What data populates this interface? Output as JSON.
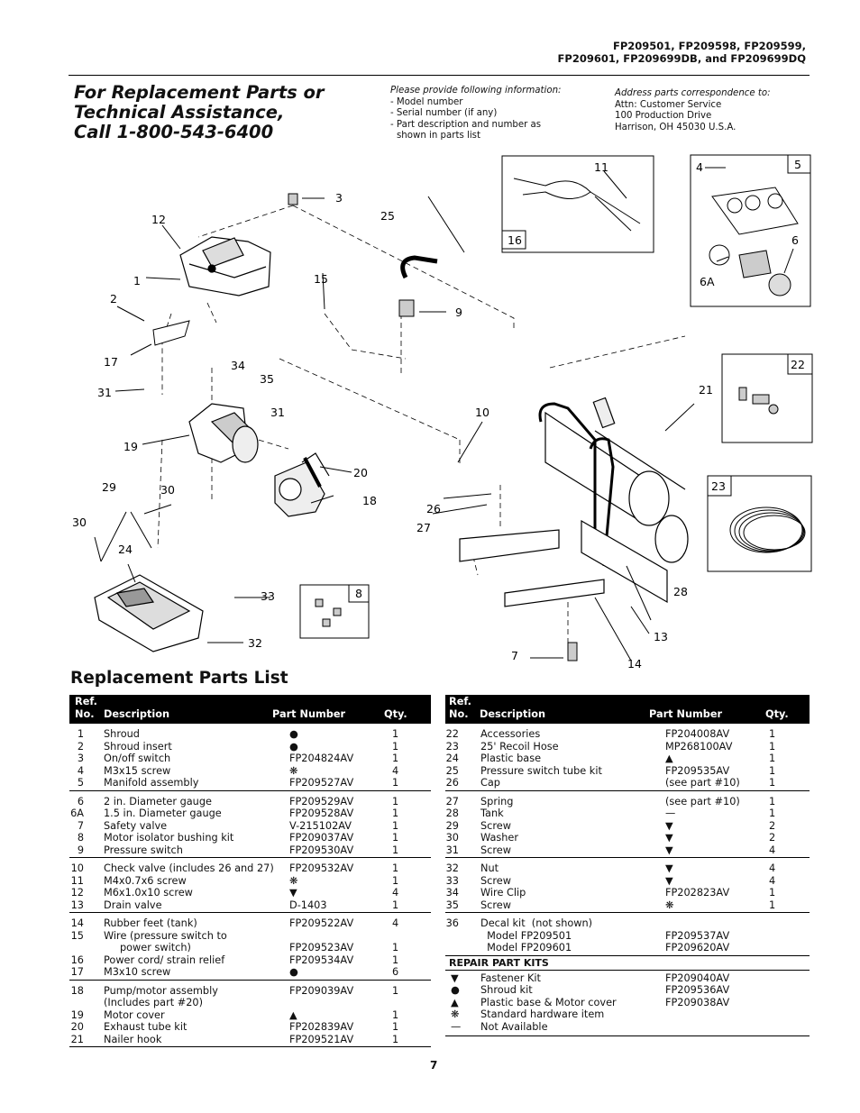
{
  "header": {
    "models_line1": "FP209501, FP209598, FP209599,",
    "models_line2": "FP209601, FP209699DB, and FP209699DQ"
  },
  "call": {
    "line1": "For Replacement Parts or",
    "line2": "Technical Assistance,",
    "line3": "Call 1-800-543-6400"
  },
  "info": {
    "title": "Please provide following information:",
    "items": [
      "- Model number",
      "- Serial number (if any)",
      "- Part description and number as",
      "  shown in parts list"
    ]
  },
  "address": {
    "title": "Address parts correspondence to:",
    "lines": [
      "Attn: Customer Service",
      "100 Production Drive",
      "Harrison, OH 45030 U.S.A."
    ]
  },
  "diagram_labels": {
    "l1": "1",
    "l2": "2",
    "l3": "3",
    "l4": "4",
    "l5": "5",
    "l6": "6",
    "l6a": "6A",
    "l7": "7",
    "l8": "8",
    "l9": "9",
    "l10": "10",
    "l11": "11",
    "l12": "12",
    "l13": "13",
    "l14": "14",
    "l15": "15",
    "l16": "16",
    "l17": "17",
    "l18": "18",
    "l19": "19",
    "l20": "20",
    "l21": "21",
    "l22": "22",
    "l23": "23",
    "l24": "24",
    "l25": "25",
    "l26": "26",
    "l27": "27",
    "l28": "28",
    "l29": "29",
    "l30a": "30",
    "l30b": "30",
    "l31a": "31",
    "l31b": "31",
    "l32": "32",
    "l33": "33",
    "l34": "34",
    "l35": "35"
  },
  "parts_list_title": "Replacement Parts List",
  "table_headers": {
    "ref": "Ref.",
    "no": "No.",
    "description": "Description",
    "part_number": "Part Number",
    "qty": "Qty."
  },
  "left_table": [
    [
      [
        "1",
        "Shroud",
        "●",
        "1"
      ],
      [
        "2",
        "Shroud insert",
        "●",
        "1"
      ],
      [
        "3",
        "On/off switch",
        "FP204824AV",
        "1"
      ],
      [
        "4",
        "M3x15 screw",
        "❋",
        "4"
      ],
      [
        "5",
        "Manifold assembly",
        "FP209527AV",
        "1"
      ]
    ],
    [
      [
        "6",
        "2 in. Diameter gauge",
        "FP209529AV",
        "1"
      ],
      [
        "6A",
        "1.5 in. Diameter gauge",
        "FP209528AV",
        "1"
      ],
      [
        "7",
        "Safety valve",
        "V-215102AV",
        "1"
      ],
      [
        "8",
        "Motor isolator bushing kit",
        "FP209037AV",
        "1"
      ],
      [
        "9",
        "Pressure switch",
        "FP209530AV",
        "1"
      ]
    ],
    [
      [
        "10",
        "Check valve (includes 26 and 27)",
        "FP209532AV",
        "1"
      ],
      [
        "11",
        "M4x0.7x6 screw",
        "❋",
        "1"
      ],
      [
        "12",
        "M6x1.0x10 screw",
        "▼",
        "4"
      ],
      [
        "13",
        "Drain valve",
        "D-1403",
        "1"
      ]
    ],
    [
      [
        "14",
        "Rubber feet (tank)",
        "FP209522AV",
        "4"
      ],
      [
        "15",
        "Wire (pressure switch to",
        "",
        ""
      ],
      [
        "",
        "     power switch)",
        "FP209523AV",
        "1"
      ],
      [
        "16",
        "Power cord/ strain relief",
        "FP209534AV",
        "1"
      ],
      [
        "17",
        "M3x10 screw",
        "●",
        "6"
      ]
    ],
    [
      [
        "18",
        "Pump/motor assembly",
        "FP209039AV",
        "1"
      ],
      [
        "",
        "(Includes part #20)",
        "",
        ""
      ],
      [
        "19",
        "Motor cover",
        "▲",
        "1"
      ],
      [
        "20",
        "Exhaust tube kit",
        "FP202839AV",
        "1"
      ],
      [
        "21",
        "Nailer hook",
        "FP209521AV",
        "1"
      ]
    ]
  ],
  "right_table": [
    [
      [
        "22",
        "Accessories",
        "FP204008AV",
        "1"
      ],
      [
        "23",
        "25' Recoil Hose",
        "MP268100AV",
        "1"
      ],
      [
        "24",
        "Plastic base",
        "▲",
        "1"
      ],
      [
        "25",
        "Pressure switch tube kit",
        "FP209535AV",
        "1"
      ],
      [
        "26",
        "Cap",
        "(see part #10)",
        "1"
      ]
    ],
    [
      [
        "27",
        "Spring",
        "(see part #10)",
        "1"
      ],
      [
        "28",
        "Tank",
        "—",
        "1"
      ],
      [
        "29",
        "Screw",
        "▼",
        "2"
      ],
      [
        "30",
        "Washer",
        "▼",
        "2"
      ],
      [
        "31",
        "Screw",
        "▼",
        "4"
      ]
    ],
    [
      [
        "32",
        "Nut",
        "▼",
        "4"
      ],
      [
        "33",
        "Screw",
        "▼",
        "4"
      ],
      [
        "34",
        "Wire Clip",
        "FP202823AV",
        "1"
      ],
      [
        "35",
        "Screw",
        "❋",
        "1"
      ]
    ],
    [
      [
        "36",
        "Decal kit  (not shown)",
        "",
        ""
      ],
      [
        "",
        "  Model FP209501",
        "FP209537AV",
        ""
      ],
      [
        "",
        "  Model FP209601",
        "FP209620AV",
        ""
      ]
    ]
  ],
  "repair_kits_title": "REPAIR PART KITS",
  "repair_kits": [
    [
      "▼",
      "Fastener Kit",
      "FP209040AV"
    ],
    [
      "●",
      "Shroud kit",
      "FP209536AV"
    ],
    [
      "▲",
      "Plastic base & Motor cover",
      "FP209038AV"
    ],
    [
      "❋",
      "Standard hardware item",
      ""
    ],
    [
      "—",
      "Not Available",
      ""
    ]
  ],
  "page_number": "7"
}
